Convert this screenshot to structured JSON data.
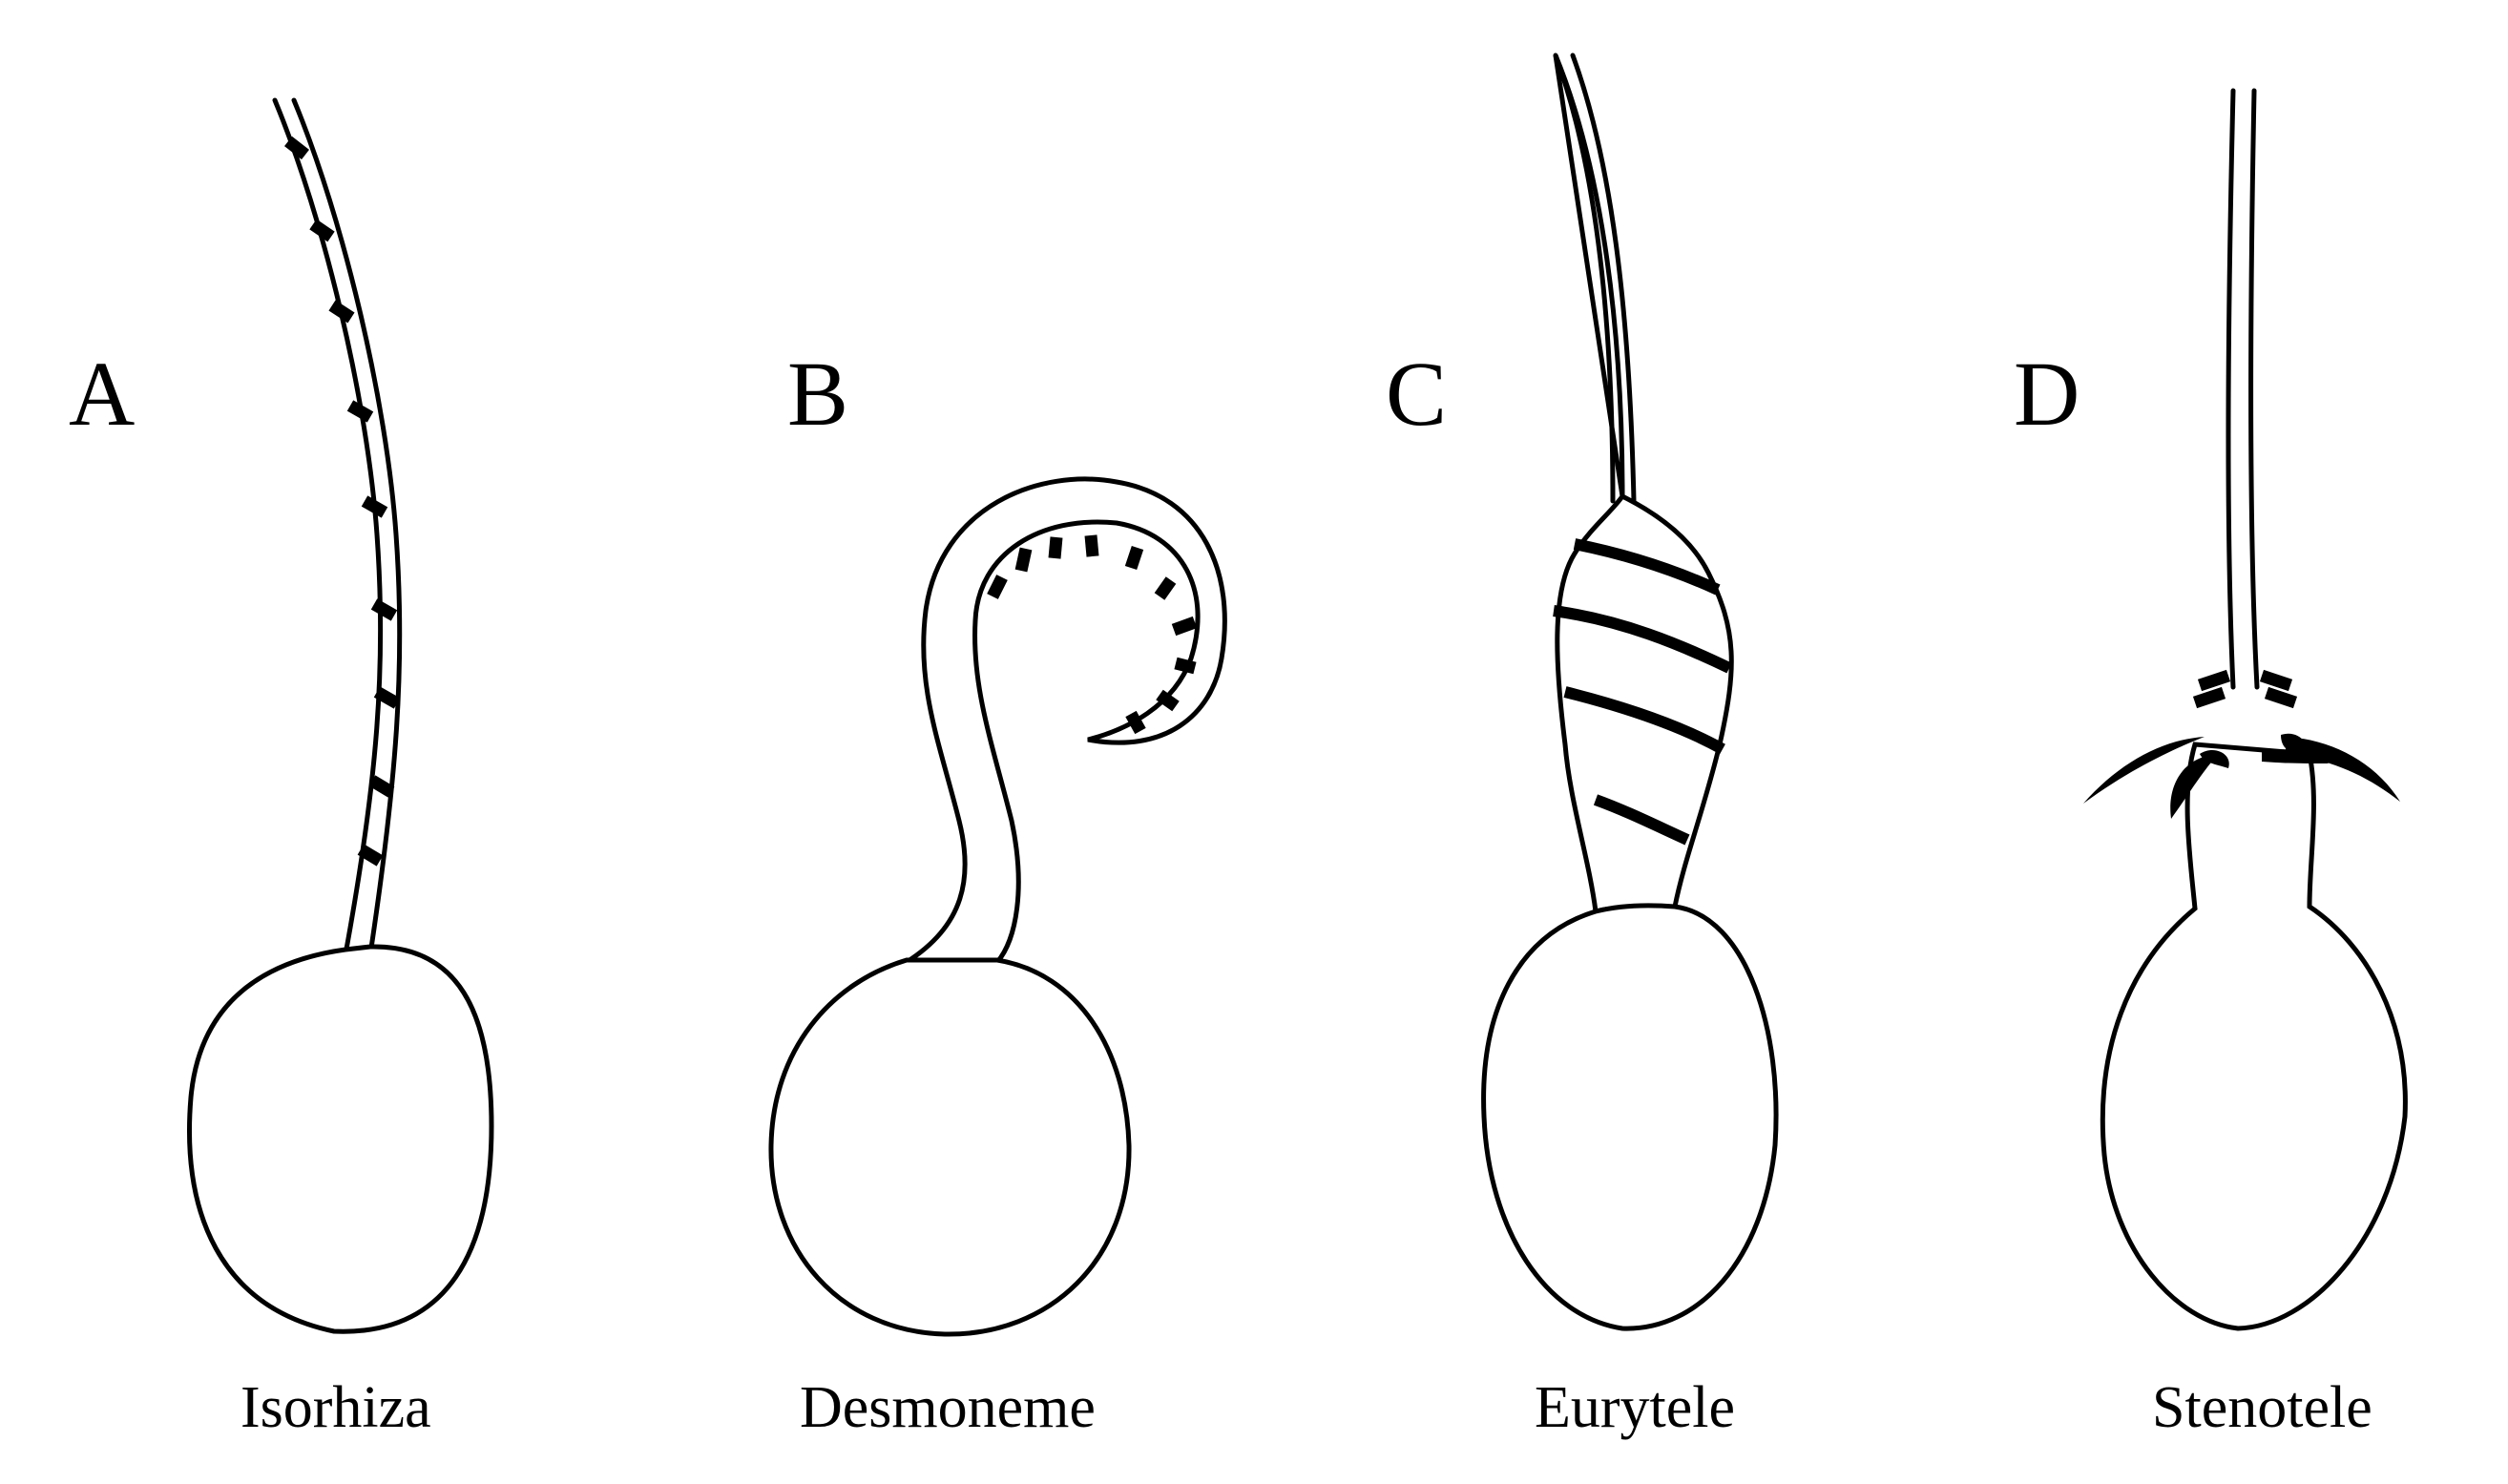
{
  "panels": [
    {
      "letter": "A",
      "caption": "Isorhiza"
    },
    {
      "letter": "B",
      "caption": "Desmoneme"
    },
    {
      "letter": "C",
      "caption": "Eurytele"
    },
    {
      "letter": "D",
      "caption": "Stenotele"
    }
  ]
}
